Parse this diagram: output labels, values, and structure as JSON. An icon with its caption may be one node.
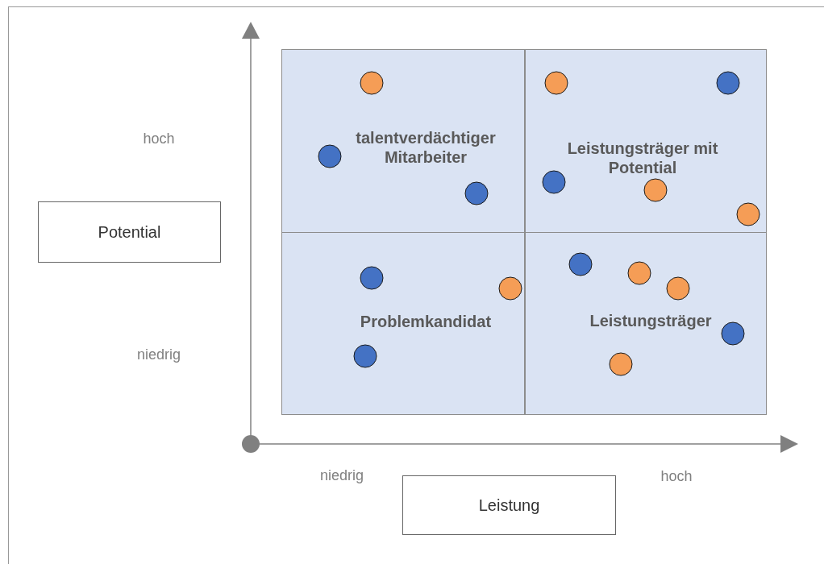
{
  "diagram": {
    "nodes": [
      {
        "text": [
          "talentverdächtiger Mitarbeiter"
        ]
      },
      {
        "text": [
          "Leistungsträger mit Potential"
        ]
      },
      {
        "text": [
          "Problemkandidat"
        ]
      },
      {
        "text": [
          "Leistungsträger"
        ]
      },
      {
        "text": [
          "Potential"
        ]
      },
      {
        "text": [
          "Leistung"
        ]
      }
    ],
    "edges": [],
    "labels": [
      "hoch",
      "niedrig",
      "niedrig",
      "hoch"
    ]
  }
}
